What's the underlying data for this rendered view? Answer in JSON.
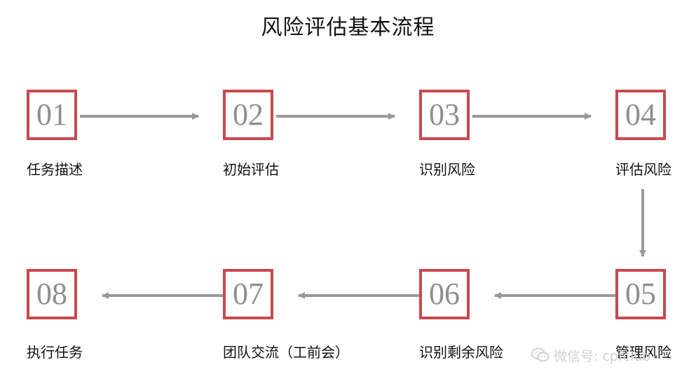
{
  "title": "风险评估基本流程",
  "steps": [
    {
      "num": "01",
      "label": "任务描述"
    },
    {
      "num": "02",
      "label": "初始评估"
    },
    {
      "num": "03",
      "label": "识别风险"
    },
    {
      "num": "04",
      "label": "评估风险"
    },
    {
      "num": "05",
      "label": "管理风险"
    },
    {
      "num": "06",
      "label": "识别剩余风险"
    },
    {
      "num": "07",
      "label": "团队交流（工前会）"
    },
    {
      "num": "08",
      "label": "执行任务"
    }
  ],
  "colors": {
    "box_border": "#c8494f",
    "number": "#8e8e8e",
    "arrow": "#999999",
    "watermark": "#d0d0d0"
  },
  "watermark": {
    "icon": "wechat-icon",
    "text": "微信号: cpfclub"
  }
}
